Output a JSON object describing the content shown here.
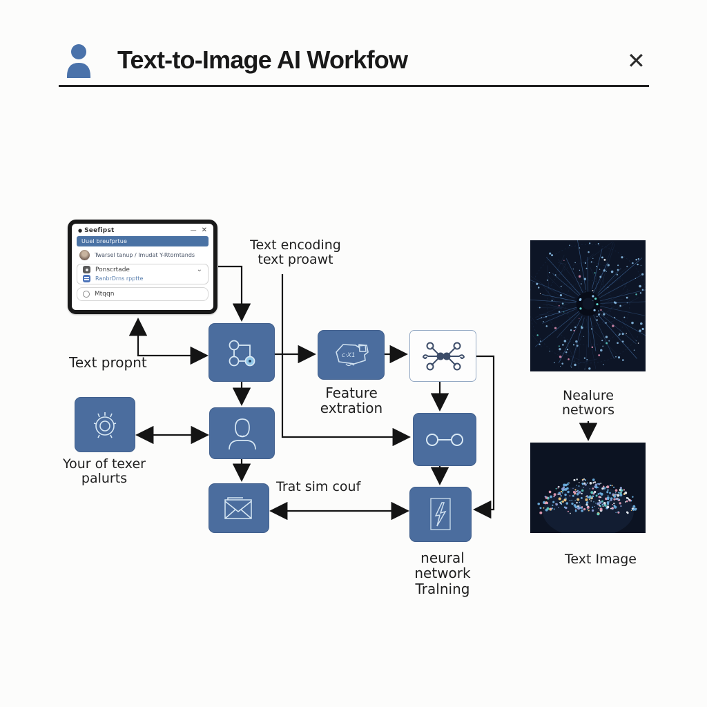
{
  "header": {
    "title": "Text-to-Image AI Workfow",
    "close_icon": "✕"
  },
  "window": {
    "bullet": "●",
    "app_name": "Seefipst",
    "minimize": "—",
    "close": "✕",
    "banner": "Uuel breufprtue",
    "user_line": "Twarsel tanup / Imudat Y-Rtorntands",
    "items": [
      {
        "label": "Ponscrtade",
        "chevron": "⌄",
        "icon": "camera-icon"
      },
      {
        "label": "RanbrDrns rpptte",
        "icon": "panel-icon"
      },
      {
        "label": "Mtqqn",
        "icon": "clock-icon"
      }
    ]
  },
  "diagram": {
    "labels": {
      "text_encoding": [
        "Text encoding",
        "text proawt"
      ],
      "text_prompt": "Text propnt",
      "feature_extraction": [
        "Feature",
        "extration"
      ],
      "tower_of_text": [
        "Your of texer",
        "palurts"
      ],
      "trait_sim": "Trat sim couf",
      "nn_training": [
        "neural network",
        "Tralning"
      ],
      "nature_networks": [
        "Nealure",
        "networs"
      ],
      "text_image": "Text Image"
    },
    "nodes": [
      {
        "icon": "graph-nodes-icon"
      },
      {
        "icon": "feature-scribble-icon"
      },
      {
        "icon": "molecule-icon"
      },
      {
        "icon": "sun-icon"
      },
      {
        "icon": "person-icon"
      },
      {
        "icon": "link-nodes-icon"
      },
      {
        "icon": "envelope-icon"
      },
      {
        "icon": "lightning-icon"
      }
    ]
  },
  "colors": {
    "node_blue": "#4b6d9e",
    "accent_blue": "#4a72aa",
    "banner_blue": "#4a72a4",
    "line_dark": "#141414",
    "image_bg": "#0d1526"
  }
}
